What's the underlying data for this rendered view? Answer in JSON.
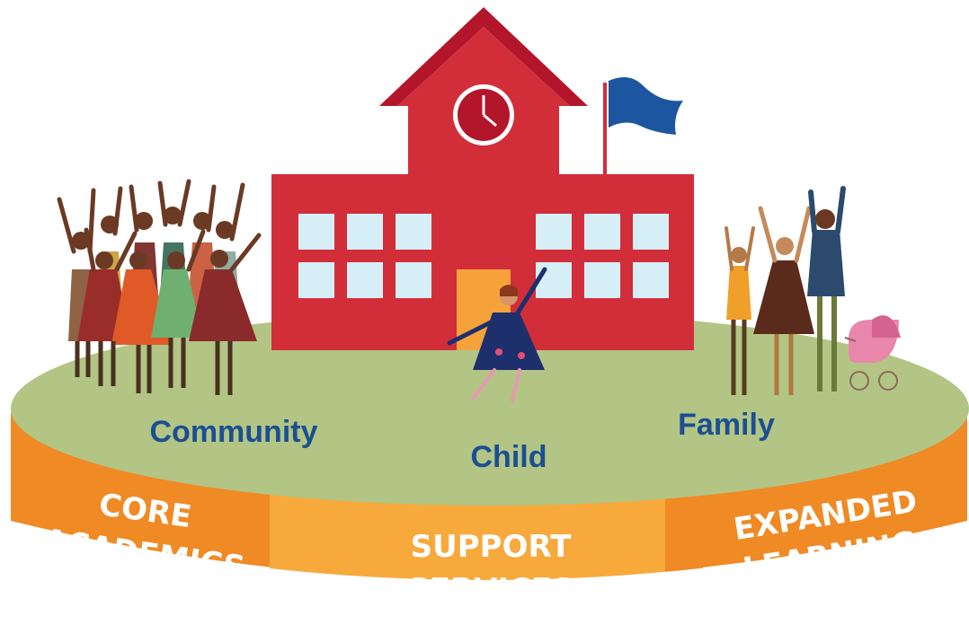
{
  "labels": {
    "community": "Community",
    "child": "Child",
    "family": "Family"
  },
  "band": {
    "core_academics": [
      "CORE",
      "ACADEMICS"
    ],
    "support_services": [
      "SUPPORT",
      "SERVICES"
    ],
    "expanded_learning": [
      "EXPANDED",
      "LEARNING"
    ]
  },
  "colors": {
    "label_blue": "#1c4f91",
    "school_red": "#d12e3a",
    "roof_red": "#b3162b",
    "window": "#d6eef6",
    "door": "#f6a23b",
    "flag": "#1d56a0",
    "grass": "#b2c585",
    "band_orange": "#f08a24",
    "band_light": "#f7a93c"
  },
  "icons": {
    "clock": "clock-icon",
    "flag": "flag-icon",
    "stroller": "stroller-icon"
  }
}
